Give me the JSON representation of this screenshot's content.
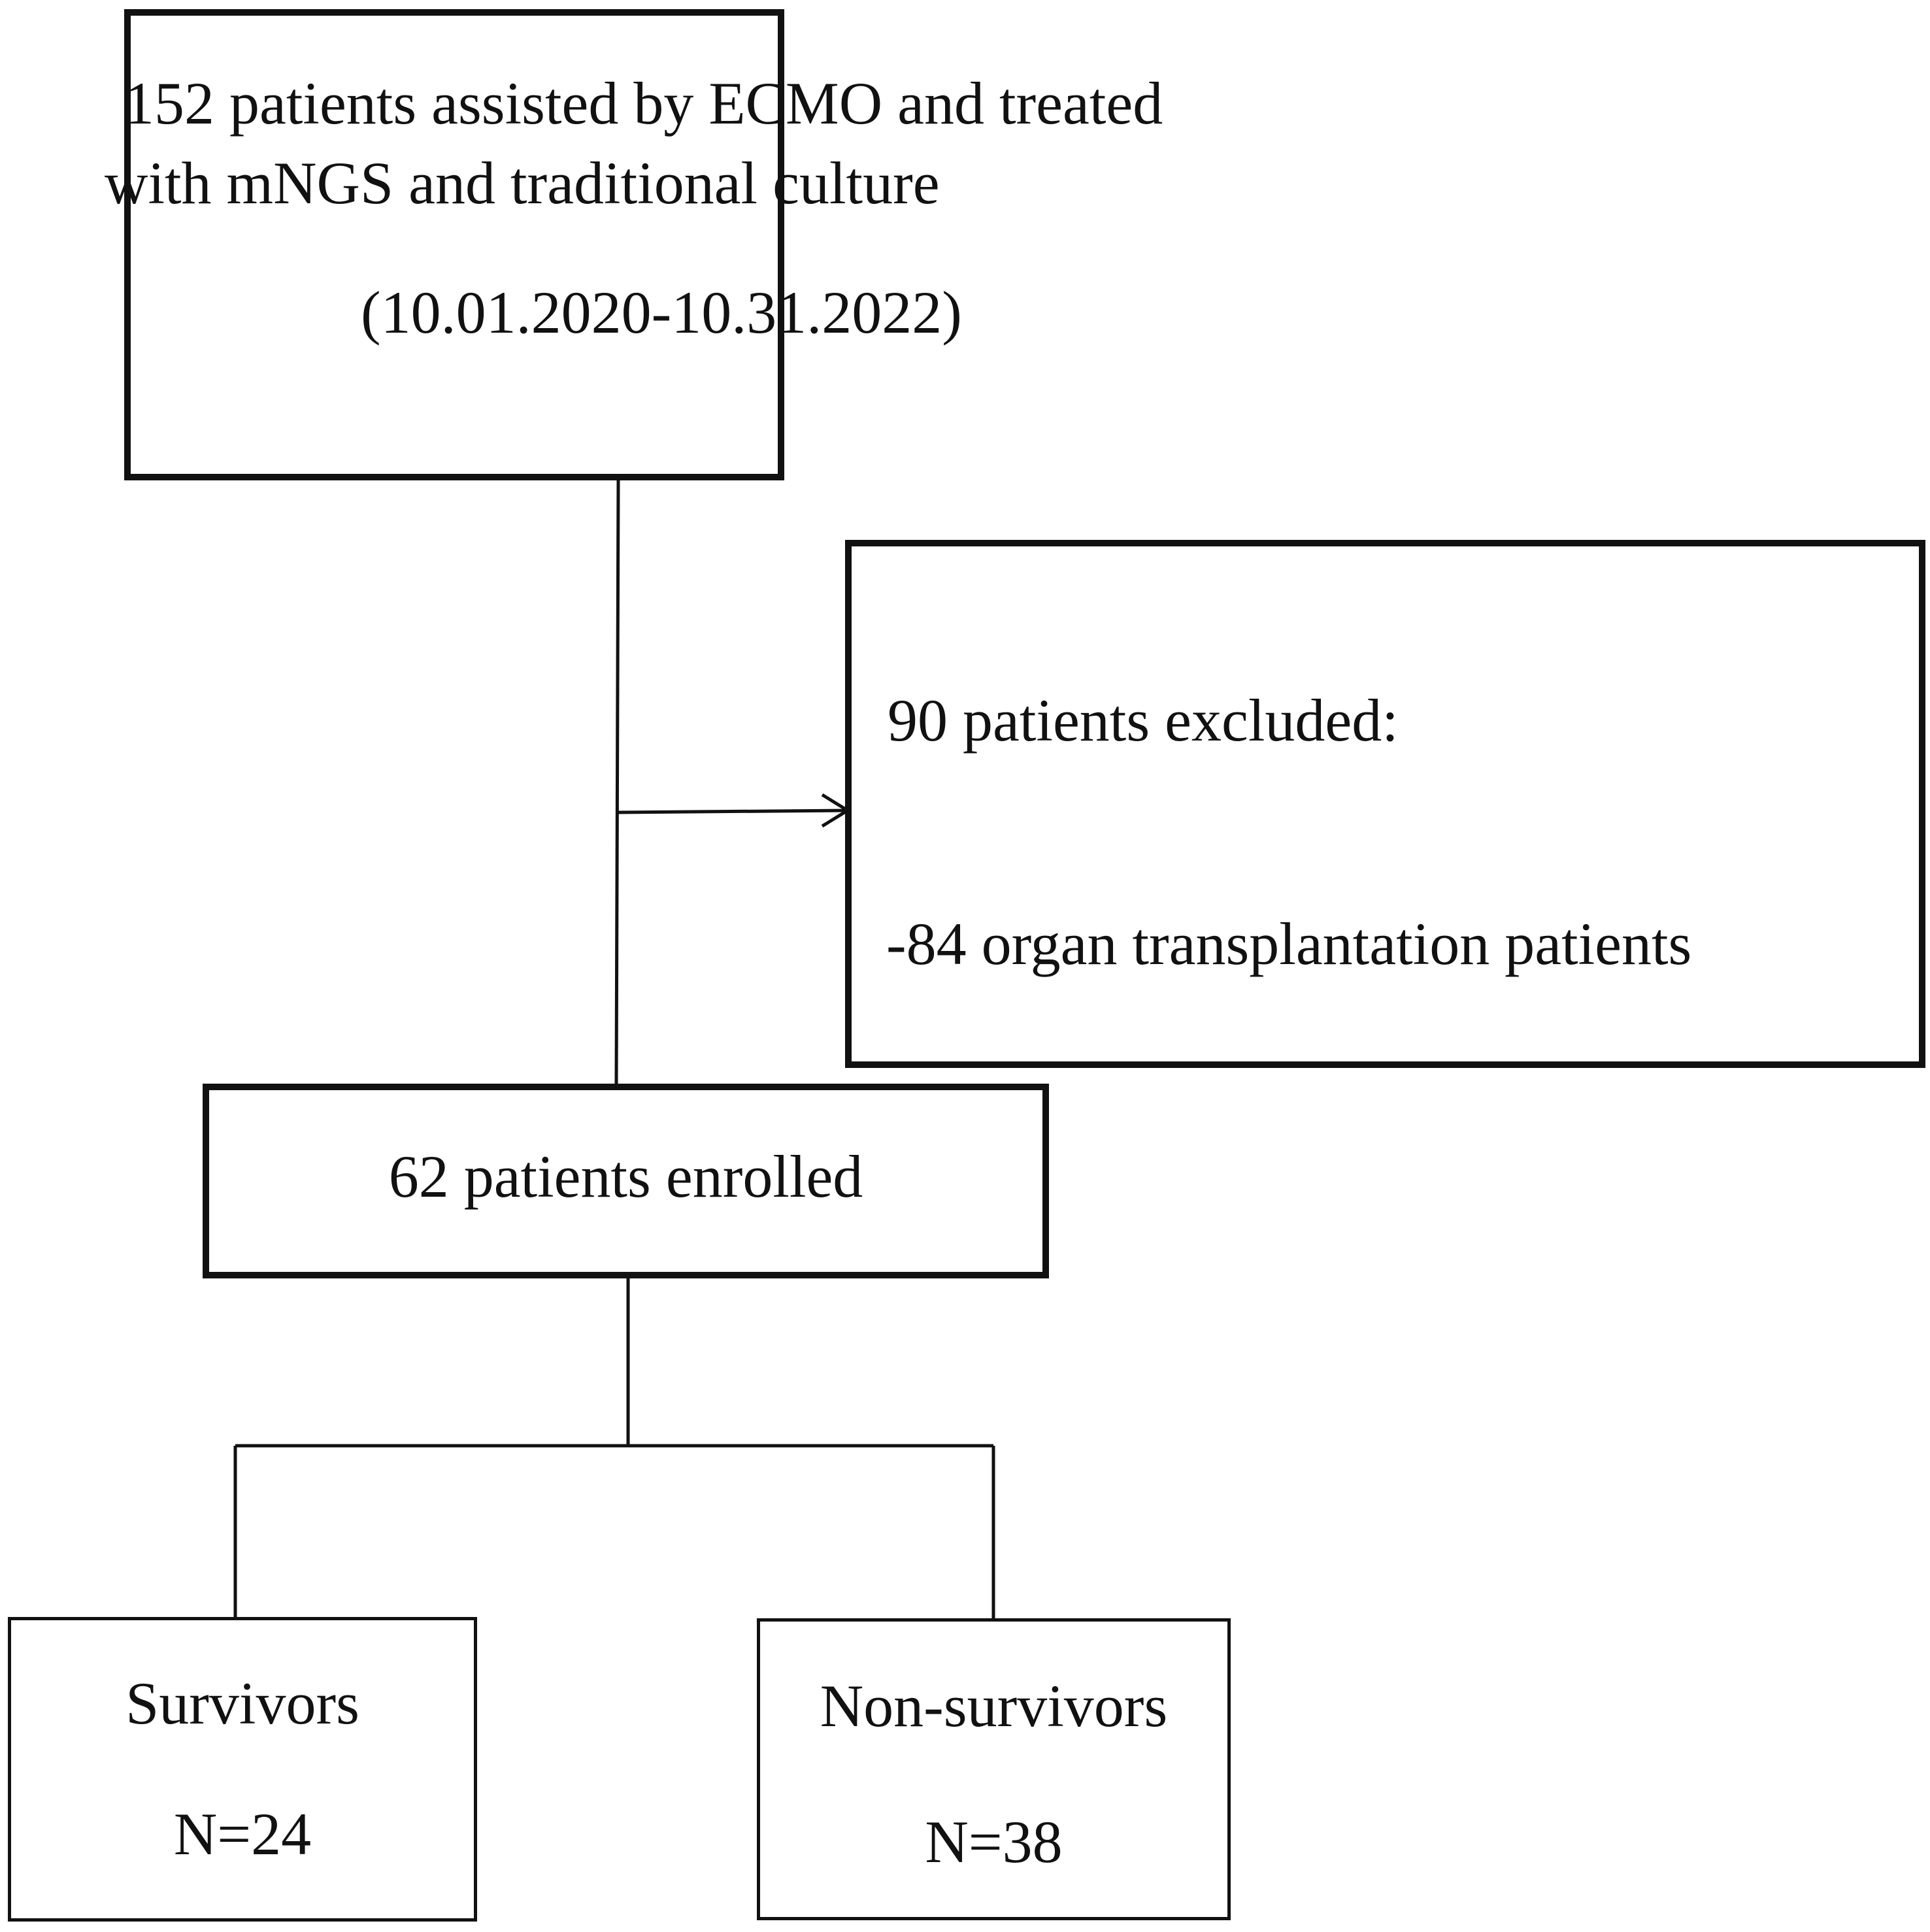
{
  "nodes": {
    "screened": {
      "line1": "152 patients assisted by ECMO and treated",
      "line2": "with mNGS and traditional culture",
      "line3": "(10.01.2020-10.31.2022)"
    },
    "excluded": {
      "line1": "90 patients excluded:",
      "line2": "-84 organ transplantation patients"
    },
    "enrolled": {
      "line1": "62 patients enrolled"
    },
    "survivors": {
      "label": "Survivors",
      "count": "N=24"
    },
    "non_survivors": {
      "label": "Non-survivors",
      "count": "N=38"
    }
  },
  "colors": {
    "stroke": "#111111",
    "background": "#ffffff"
  }
}
